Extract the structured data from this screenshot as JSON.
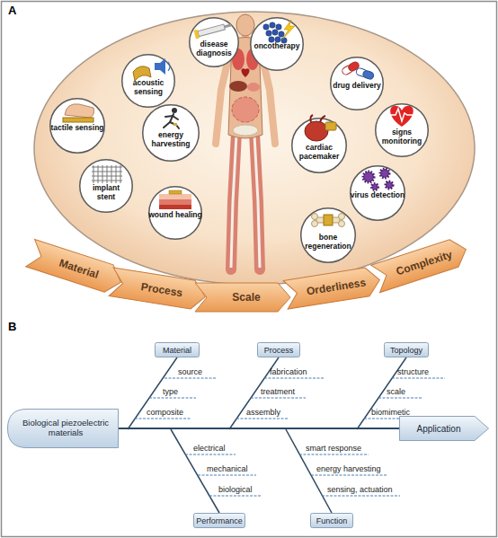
{
  "diagram": {
    "nodes": [
      {
        "text": [
          "disease diagnosis"
        ]
      },
      {
        "text": [
          "oncotherapy"
        ]
      },
      {
        "text": [
          "acoustic sensing"
        ]
      },
      {
        "text": [
          "drug delivery"
        ]
      },
      {
        "text": [
          "tactile sensing"
        ]
      },
      {
        "text": [
          "energy harvesting"
        ]
      },
      {
        "text": [
          "signs monitoring"
        ]
      },
      {
        "text": [
          "cardiac pacemaker"
        ]
      },
      {
        "text": [
          "implant stent"
        ]
      },
      {
        "text": [
          "virus detection"
        ]
      },
      {
        "text": [
          "wound healing"
        ]
      },
      {
        "text": [
          "bone regeneration"
        ]
      },
      {
        "text": [
          "Material"
        ]
      },
      {
        "text": [
          "Process"
        ]
      },
      {
        "text": [
          "Scale"
        ]
      },
      {
        "text": [
          "Orderliness"
        ]
      },
      {
        "text": [
          "Complexity"
        ]
      },
      {
        "text": [
          "Material"
        ]
      },
      {
        "text": [
          "Process"
        ]
      },
      {
        "text": [
          "Topology"
        ]
      },
      {
        "text": [
          "Biological piezoelectric materials"
        ]
      },
      {
        "text": [
          "Application"
        ]
      },
      {
        "text": [
          "Performance"
        ]
      },
      {
        "text": [
          "Function"
        ]
      }
    ],
    "edges": [
      {
        "from": 20,
        "to": 21,
        "arrow": "none"
      }
    ],
    "labels": [
      "A",
      "B",
      "source",
      "type",
      "composite",
      "fabrication",
      "treatment",
      "assembly",
      "structure",
      "scale",
      "biomimetic",
      "electrical",
      "mechanical",
      "biological",
      "smart response",
      "energy harvesting",
      "sensing, actuation"
    ]
  }
}
